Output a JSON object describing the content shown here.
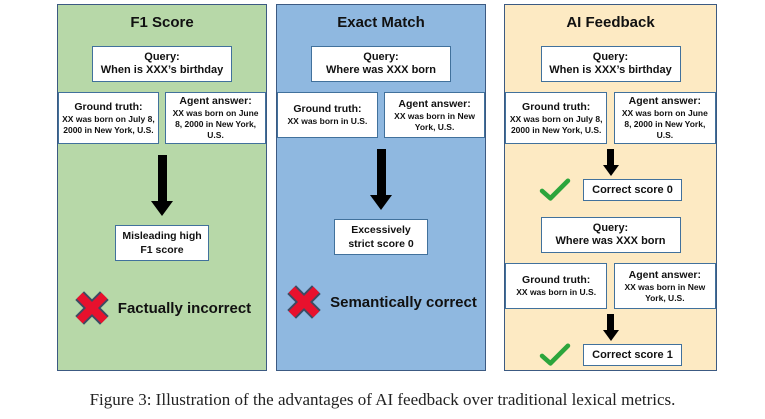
{
  "caption": "Figure 3: Illustration of the advantages of AI feedback over traditional lexical metrics.",
  "colors": {
    "panel_green": "#b7d8a8",
    "panel_blue": "#8fb8e0",
    "panel_cream": "#fdeac3",
    "panel_border": "#3c5a82",
    "box_border": "#41719c",
    "arrow_black": "#000000",
    "cross_red": "#e8112d",
    "check_green": "#2ca53c"
  },
  "panels": [
    {
      "title": "F1 Score",
      "query": {
        "label": "Query:",
        "text": "When is XXX’s birthday"
      },
      "ground_truth": {
        "label": "Ground truth:",
        "text": "XX was born on July 8, 2000 in New York, U.S."
      },
      "agent_answer": {
        "label": "Agent answer:",
        "text": "XX was born on June 8, 2000 in New York, U.S."
      },
      "result": "Misleading high\nF1 score",
      "verdict": {
        "icon": "red-cross",
        "text": "Factually incorrect"
      }
    },
    {
      "title": "Exact Match",
      "query": {
        "label": "Query:",
        "text": "Where was XXX born"
      },
      "ground_truth": {
        "label": "Ground truth:",
        "text": "XX was born in U.S."
      },
      "agent_answer": {
        "label": "Agent answer:",
        "text": "XX was born in New York, U.S."
      },
      "result": "Excessively\nstrict score 0",
      "verdict": {
        "icon": "red-cross",
        "text": "Semantically correct"
      }
    },
    {
      "title": "AI Feedback",
      "steps": [
        {
          "query": {
            "label": "Query:",
            "text": "When is XXX’s birthday"
          },
          "ground_truth": {
            "label": "Ground truth:",
            "text": "XX was born on July 8, 2000 in New York, U.S."
          },
          "agent_answer": {
            "label": "Agent answer:",
            "text": "XX was born on June 8, 2000 in New York, U.S."
          },
          "icon": "green-check",
          "score": "Correct score 0"
        },
        {
          "query": {
            "label": "Query:",
            "text": "Where was XXX born"
          },
          "ground_truth": {
            "label": "Ground truth:",
            "text": "XX was born in U.S."
          },
          "agent_answer": {
            "label": "Agent answer:",
            "text": "XX was born in New York, U.S."
          },
          "icon": "green-check",
          "score": "Correct score 1"
        }
      ]
    }
  ]
}
